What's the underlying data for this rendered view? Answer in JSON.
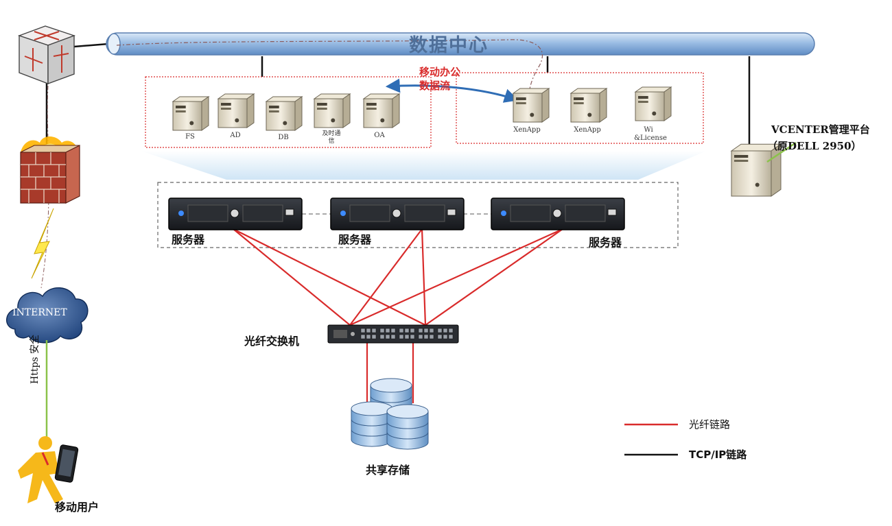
{
  "backbone": {
    "title": "数据中心"
  },
  "flow": {
    "line1": "移动办公",
    "line2": "数据流"
  },
  "server_groups": {
    "left": [
      "FS",
      "AD",
      "DB",
      "及时通信",
      "OA"
    ],
    "right": [
      "XenApp",
      "XenApp",
      "Wi",
      "&License"
    ]
  },
  "vcenter": {
    "line1": "VCENTER管理平台",
    "line2": "（原DELL 2950）"
  },
  "servers": {
    "labels": [
      "服务器",
      "服务器",
      "服务器"
    ]
  },
  "switch": {
    "label": "光纤交换机"
  },
  "storage": {
    "label": "共享存储"
  },
  "internet": {
    "label": "INTERNET"
  },
  "https": {
    "label": "Https 安全"
  },
  "user": {
    "label": "移动用户"
  },
  "legend": {
    "fiber": {
      "label": "光纤链路",
      "color": "#d92b2b"
    },
    "tcp": {
      "label": "TCP/IP链路",
      "color": "#111111"
    }
  },
  "colors": {
    "fiber": "#d92b2b",
    "tcp": "#111111",
    "pipe": "#7fa7d6",
    "flow": "#2f6db5",
    "accent": "#d92b2b"
  },
  "icons": [
    "router-icon",
    "firewall-icon",
    "cloud-icon",
    "lightning-icon",
    "server-tower-icon",
    "rack-server-icon",
    "fiber-switch-icon",
    "storage-disk-icon",
    "mobile-user-icon"
  ]
}
